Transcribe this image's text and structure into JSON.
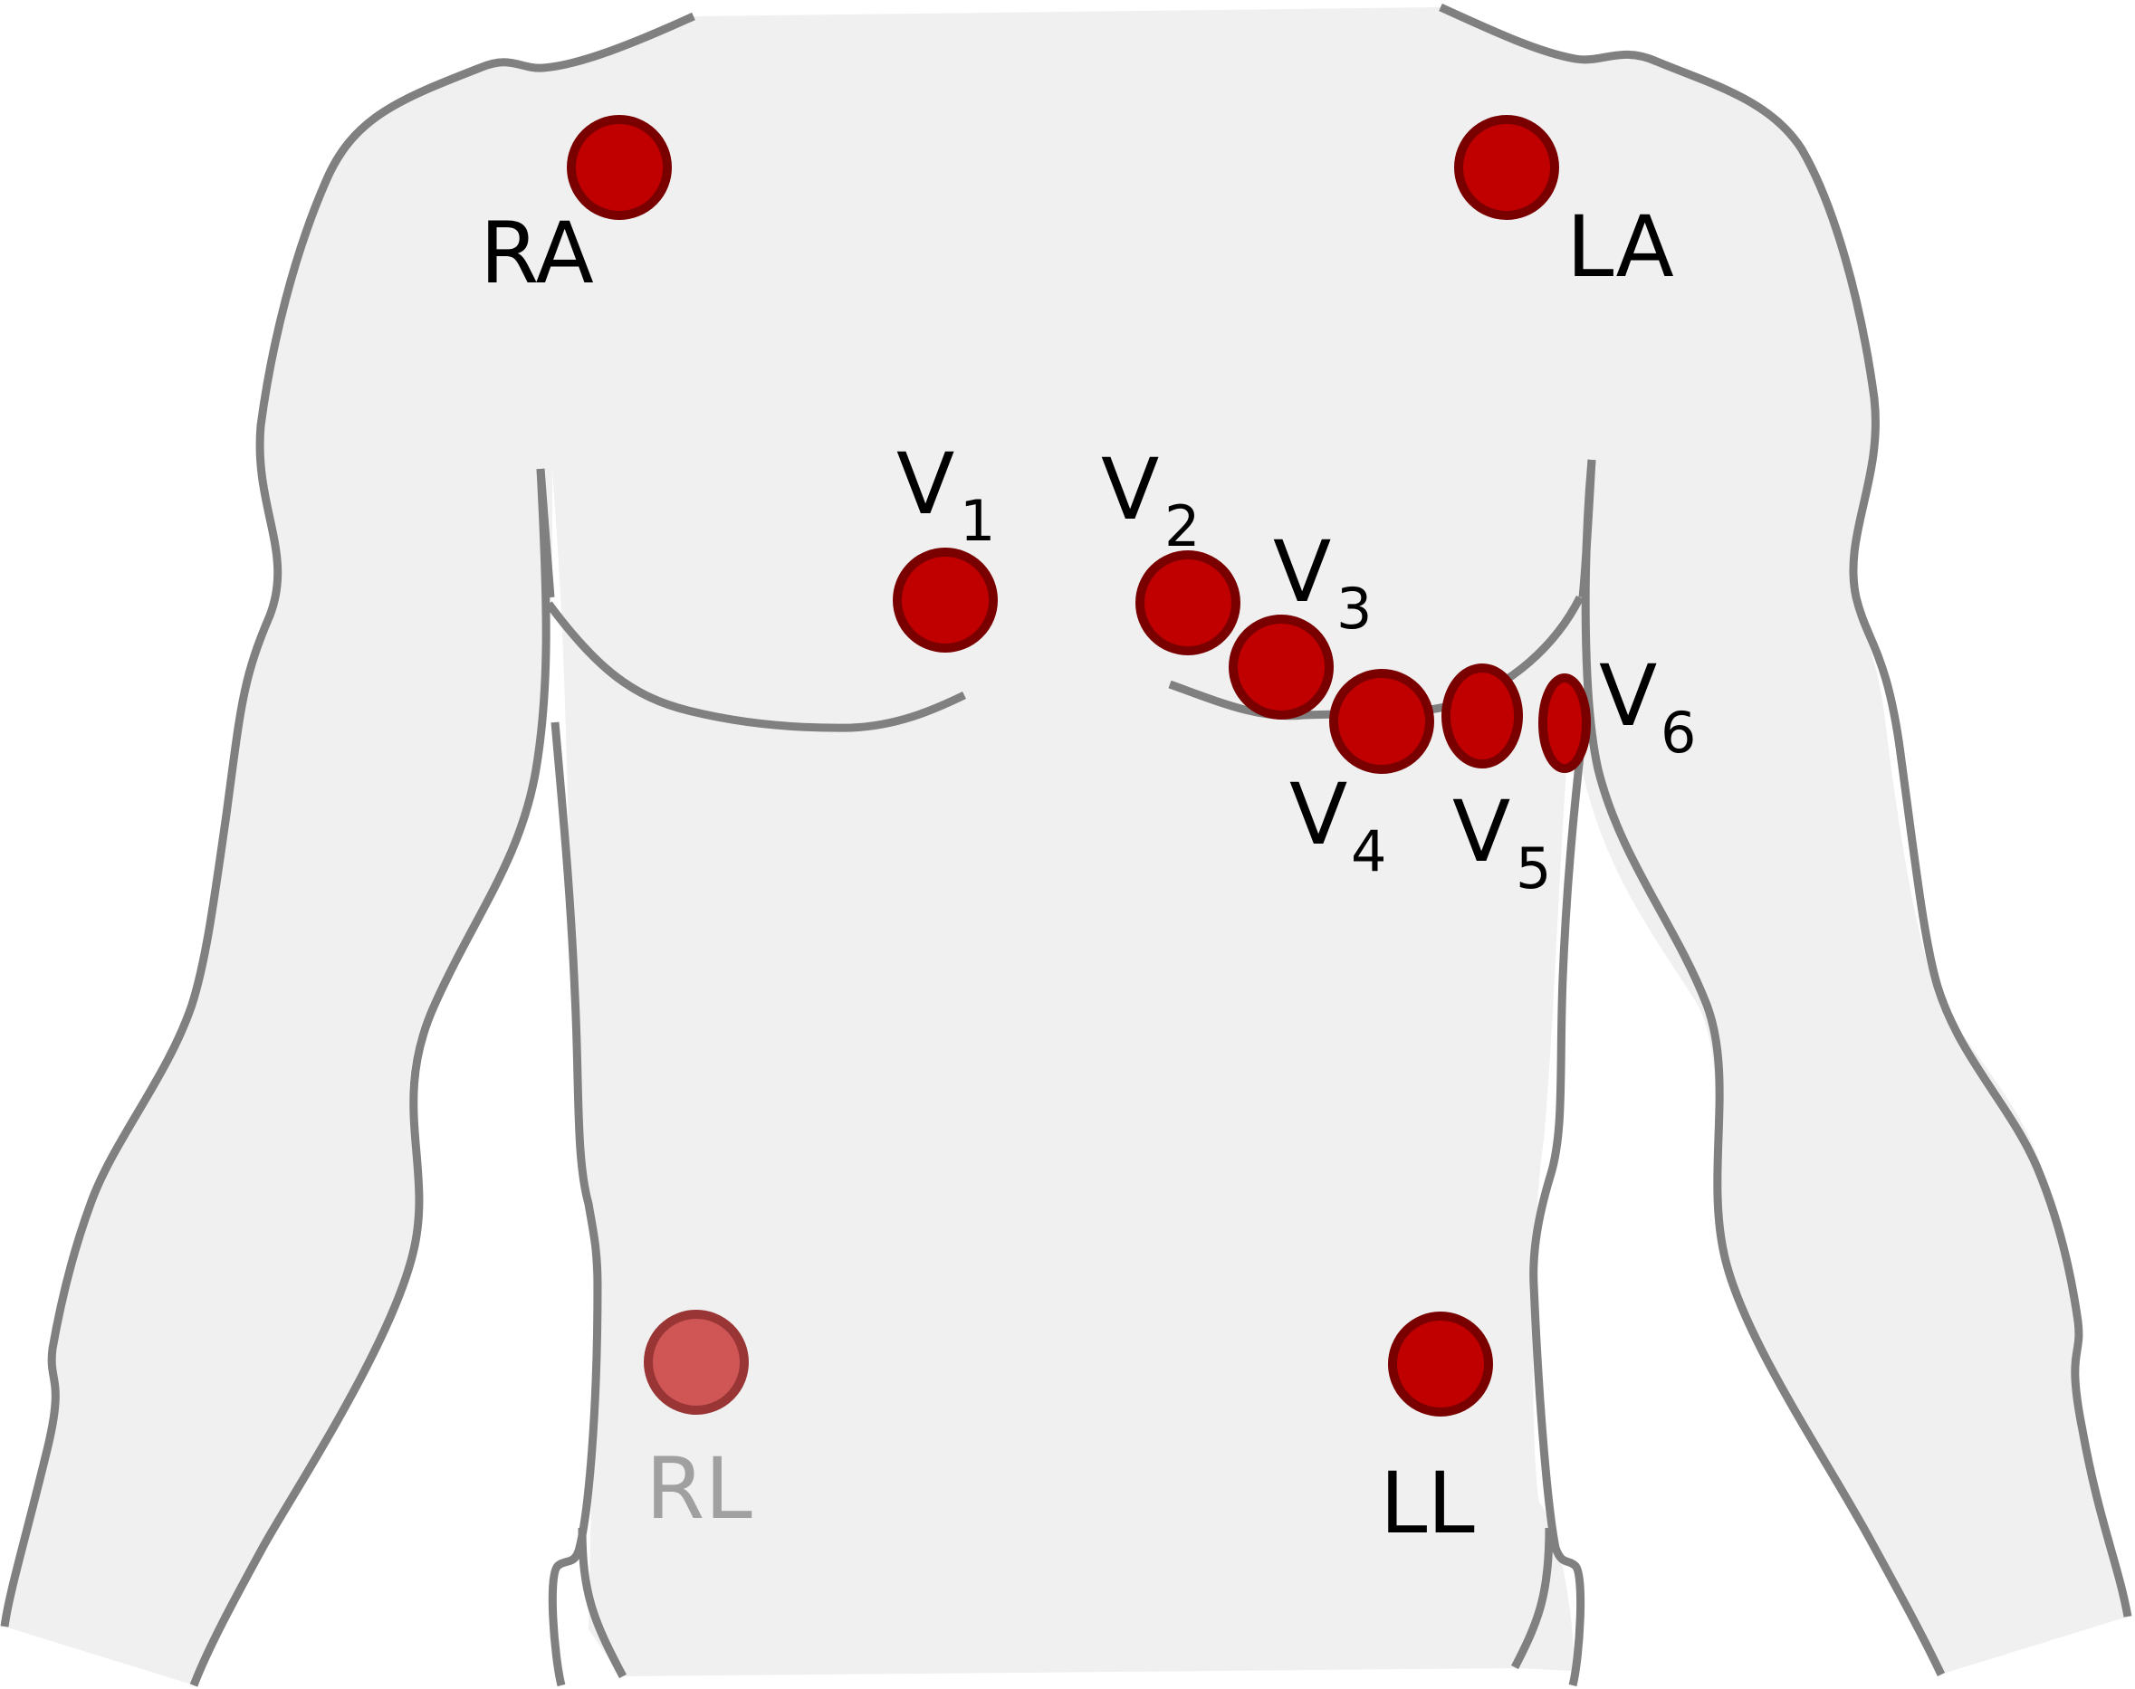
{
  "colors": {
    "background": "#ffffff",
    "skin": "#f0f0f0",
    "outline": "#808080",
    "electrode_fill": "#c00000",
    "electrode_stroke": "#7a0000",
    "electrode_faded_fill": "#d05555",
    "electrode_faded_stroke": "#9a3535",
    "label": "#000000",
    "label_faded": "#a0a0a0"
  },
  "electrodes": {
    "ra": {
      "label": "RA"
    },
    "la": {
      "label": "LA"
    },
    "v1": {
      "letter": "V",
      "sub": "1"
    },
    "v2": {
      "letter": "V",
      "sub": "2"
    },
    "v3": {
      "letter": "V",
      "sub": "3"
    },
    "v4": {
      "letter": "V",
      "sub": "4"
    },
    "v5": {
      "letter": "V",
      "sub": "5"
    },
    "v6": {
      "letter": "V",
      "sub": "6"
    },
    "rl": {
      "label": "RL",
      "faded": true
    },
    "ll": {
      "label": "LL"
    }
  }
}
